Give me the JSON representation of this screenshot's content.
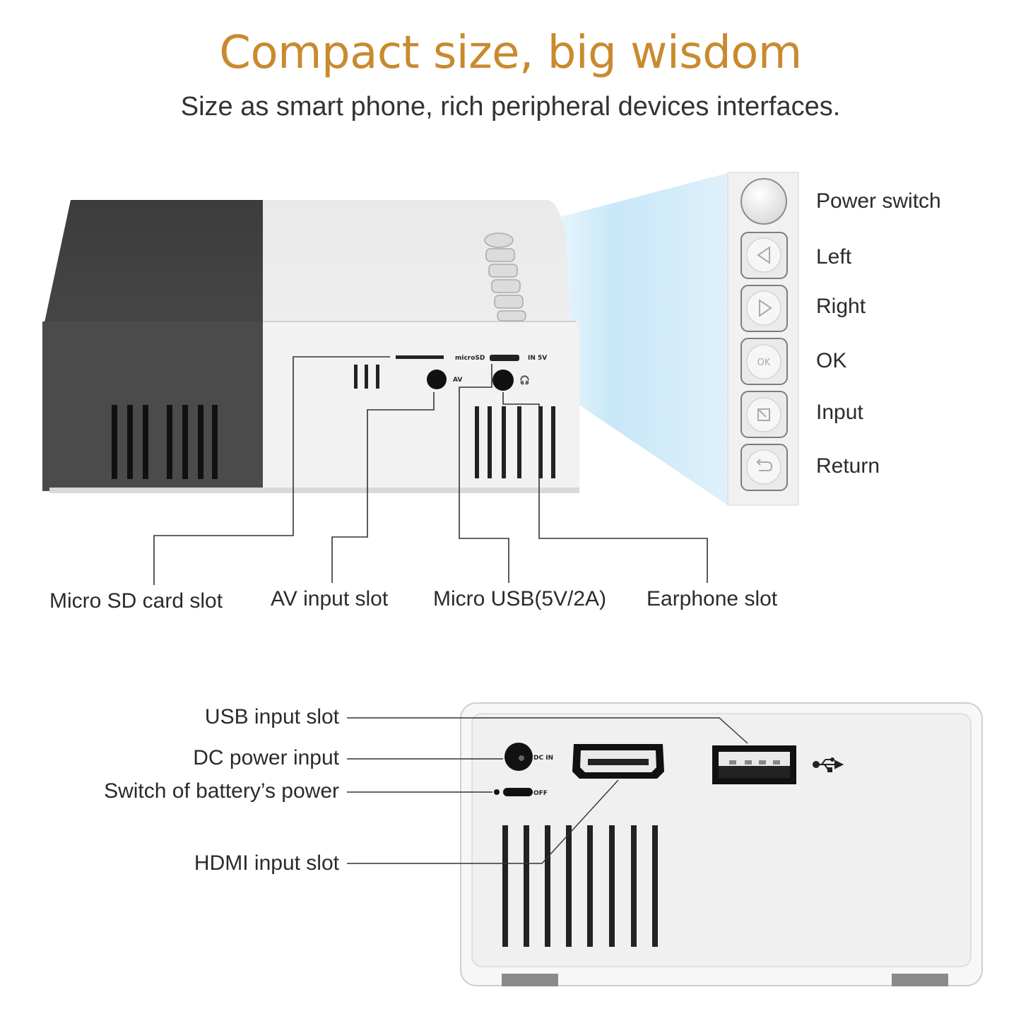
{
  "header": {
    "title": "Compact size, big wisdom",
    "subtitle": "Size as smart phone, rich peripheral devices interfaces."
  },
  "buttons_panel": {
    "items": [
      {
        "label": "Power switch",
        "icon": "power-button-icon"
      },
      {
        "label": "Left",
        "icon": "left-triangle-icon"
      },
      {
        "label": "Right",
        "icon": "right-triangle-icon"
      },
      {
        "label": "OK",
        "icon": "ok-icon",
        "icon_text": "OK"
      },
      {
        "label": "Input",
        "icon": "input-icon"
      },
      {
        "label": "Return",
        "icon": "return-icon"
      }
    ]
  },
  "side_ports": {
    "items": [
      {
        "label": "Micro SD card slot"
      },
      {
        "label": "AV input slot"
      },
      {
        "label": "Micro USB(5V/2A)"
      },
      {
        "label": "Earphone slot"
      }
    ],
    "panel_marks": {
      "microsd": "microSD",
      "av": "AV",
      "in5v": "IN 5V"
    }
  },
  "rear_ports": {
    "items": [
      {
        "label": "USB input slot"
      },
      {
        "label": "DC power input"
      },
      {
        "label": "Switch of battery’s power"
      },
      {
        "label": "HDMI input slot"
      }
    ],
    "panel_marks": {
      "dc_in": "DC IN",
      "off": "OFF"
    }
  },
  "colors": {
    "headline": "#c98a2e",
    "body_dark": "#4a4a4a",
    "body_light": "#ececec",
    "beam": "#bfe3f7"
  }
}
